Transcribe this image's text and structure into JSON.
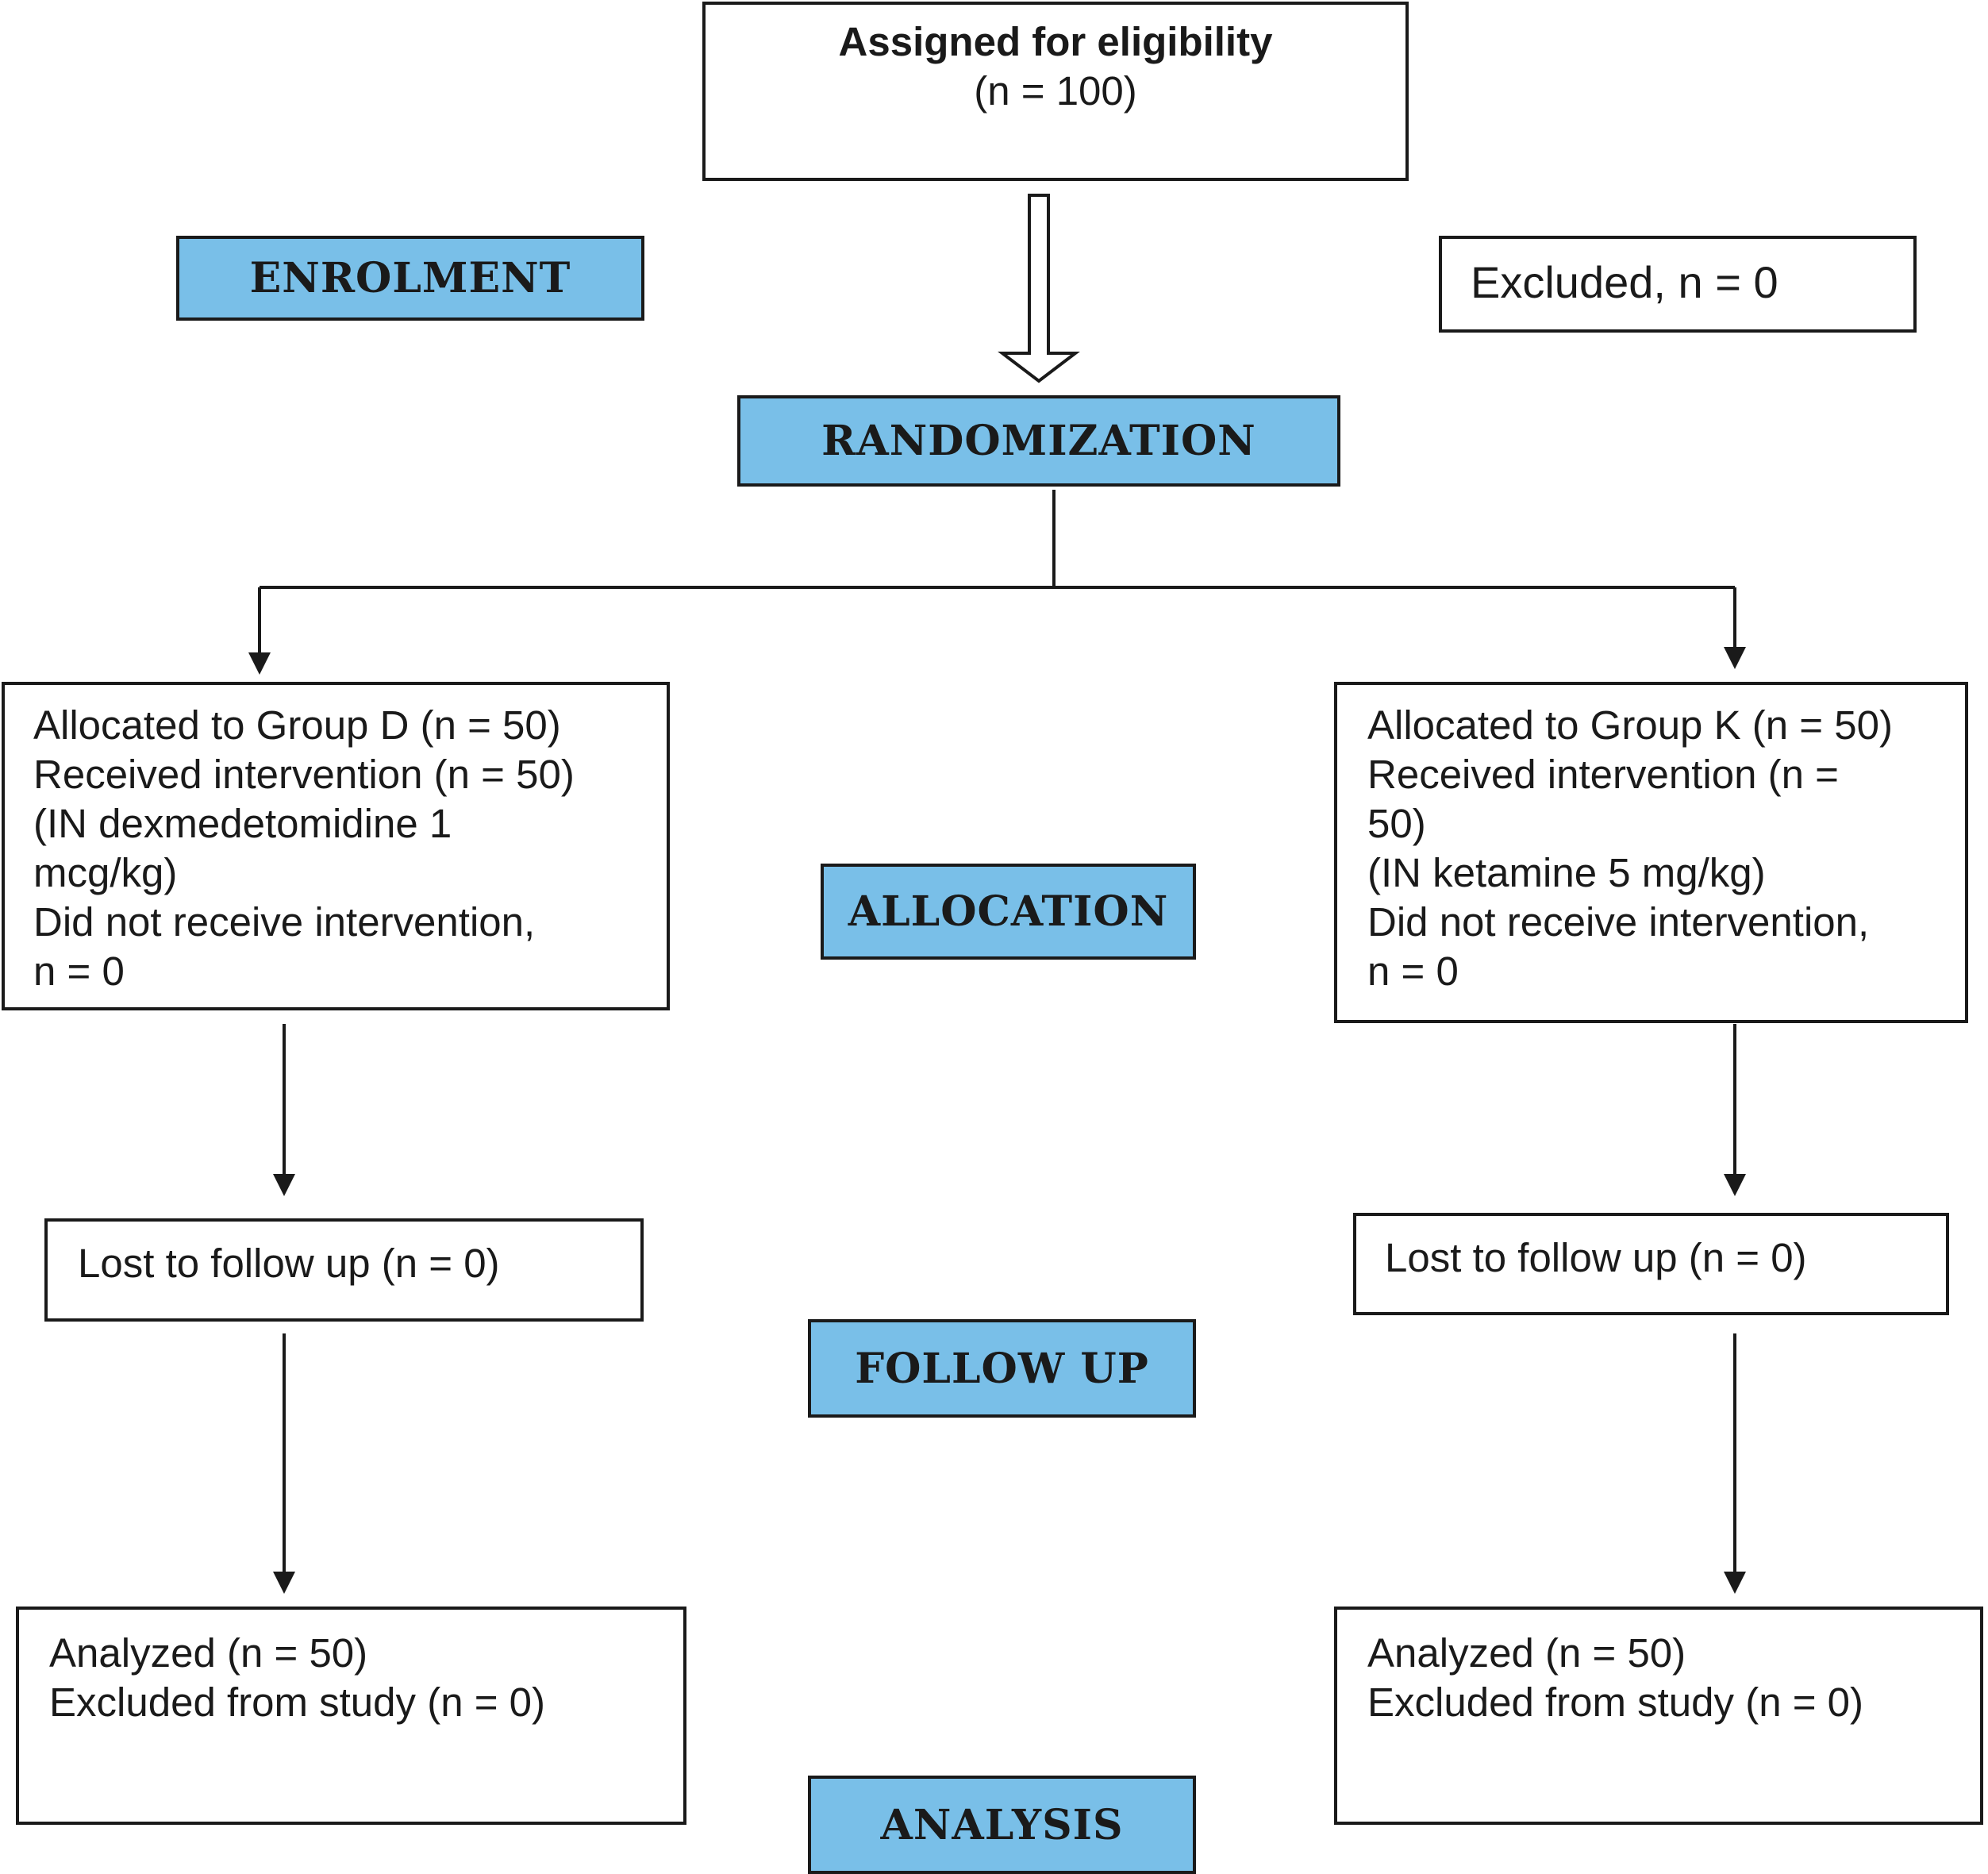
{
  "colors": {
    "stage_fill": "#79bfe8",
    "line": "#1a1a1a"
  },
  "stages": {
    "enrolment": "ENROLMENT",
    "randomization": "RANDOMIZATION",
    "allocation": "ALLOCATION",
    "follow_up": "FOLLOW UP",
    "analysis": "ANALYSIS"
  },
  "eligibility": {
    "title": "Assigned for eligibility",
    "count": "(n = 100)"
  },
  "excluded": "Excluded, n = 0",
  "group_d": {
    "allocation_lines": [
      "Allocated to Group D (n = 50)",
      "Received intervention (n = 50)",
      "(IN dexmedetomidine 1",
      "mcg/kg)",
      "Did not receive intervention,",
      "n = 0"
    ],
    "follow_up": "Lost to follow up (n = 0)",
    "analysis_lines": [
      "Analyzed (n = 50)",
      "Excluded from study (n = 0)"
    ]
  },
  "group_k": {
    "allocation_lines": [
      "Allocated to Group K (n = 50)",
      "Received intervention (n =",
      "50)",
      "(IN ketamine 5 mg/kg)",
      "Did not receive intervention,",
      "n = 0"
    ],
    "follow_up": "Lost to follow up (n = 0)",
    "analysis_lines": [
      "Analyzed (n = 50)",
      "Excluded from study (n = 0)"
    ]
  }
}
